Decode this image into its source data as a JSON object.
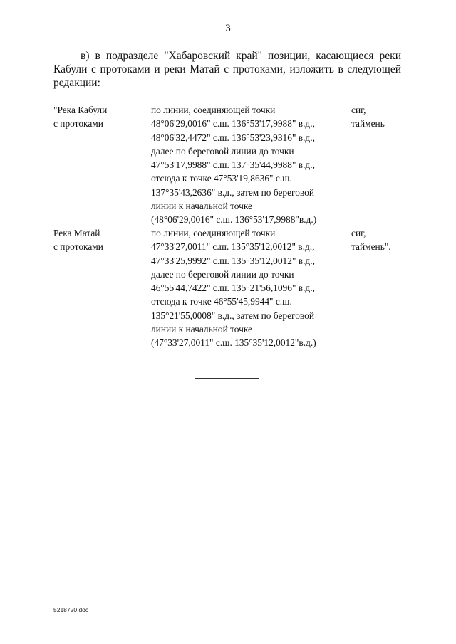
{
  "page_number": "3",
  "intro_text": "в) в подразделе \"Хабаровский край\" позиции, касающиеся реки Кабули с протоками и реки Матай с протоками, изложить в следующей редакции:",
  "entries": [
    {
      "name": "\"Река Кабули\nс протоками",
      "description": "по линии, соединяющей точки\n48°06'29,0016\" с.ш. 136°53'17,9988\" в.д.,\n48°06'32,4472\" с.ш. 136°53'23,9316\" в.д.,\nдалее по береговой линии до точки\n47°53'17,9988\" с.ш. 137°35'44,9988\" в.д.,\nотсюда к точке 47°53'19,8636\" с.ш.\n137°35'43,2636\" в.д., затем по береговой\nлинии к начальной точке\n(48°06'29,0016\" с.ш. 136°53'17,9988\"в.д.)",
      "fish": "сиг,\nтаймень"
    },
    {
      "name": "Река Матай\nс протоками",
      "description": "по линии, соединяющей точки\n47°33'27,0011\" с.ш. 135°35'12,0012\" в.д.,\n47°33'25,9992\" с.ш. 135°35'12,0012\" в.д.,\nдалее по береговой линии до точки\n46°55'44,7422\" с.ш. 135°21'56,1096\" в.д.,\nотсюда к точке 46°55'45,9944\" с.ш.\n135°21'55,0008\" в.д., затем по береговой\nлинии к начальной точке\n(47°33'27,0011\" с.ш. 135°35'12,0012\"в.д.)",
      "fish": "сиг,\nтаймень\"."
    }
  ],
  "footer_doc_id": "5218720.doc"
}
